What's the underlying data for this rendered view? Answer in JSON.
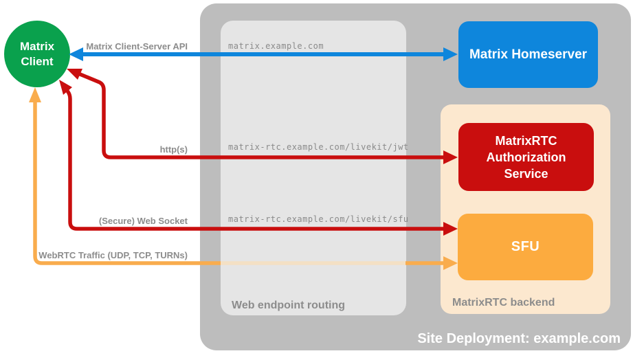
{
  "colors": {
    "green": "#0AA14D",
    "blue": "#0E86DC",
    "red": "#C90E0E",
    "orange": "#FCAB3F",
    "orange_arrow": "#F9AC4D",
    "orange_faint": "#F4E0C4",
    "peach": "#FCE8CF",
    "outer_gray": "#BDBDBD",
    "inner_gray": "#E5E5E5",
    "label_gray": "#8C8C8C",
    "white": "#FFFFFF"
  },
  "nodes": {
    "client": {
      "line1": "Matrix",
      "line2": "Client"
    },
    "homeserver": {
      "label": "Matrix Homeserver"
    },
    "auth": {
      "label": "MatrixRTC Authorization Service"
    },
    "sfu": {
      "label": "SFU"
    }
  },
  "containers": {
    "site": {
      "label": "Site Deployment: example.com"
    },
    "routing": {
      "label": "Web endpoint routing"
    },
    "backend": {
      "label": "MatrixRTC backend"
    }
  },
  "edges": [
    {
      "label": "Matrix Client-Server API",
      "endpoint": "matrix.example.com",
      "color": "blue",
      "bidirectional": true
    },
    {
      "label": "http(s)",
      "endpoint": "matrix-rtc.example.com/livekit/jwt",
      "color": "red",
      "bidirectional": true
    },
    {
      "label": "(Secure) Web Socket",
      "endpoint": "matrix-rtc.example.com/livekit/sfu",
      "color": "red",
      "bidirectional": true
    },
    {
      "label": "WebRTC Traffic (UDP, TCP, TURNs)",
      "endpoint": "",
      "color": "orange",
      "bidirectional": true
    }
  ]
}
